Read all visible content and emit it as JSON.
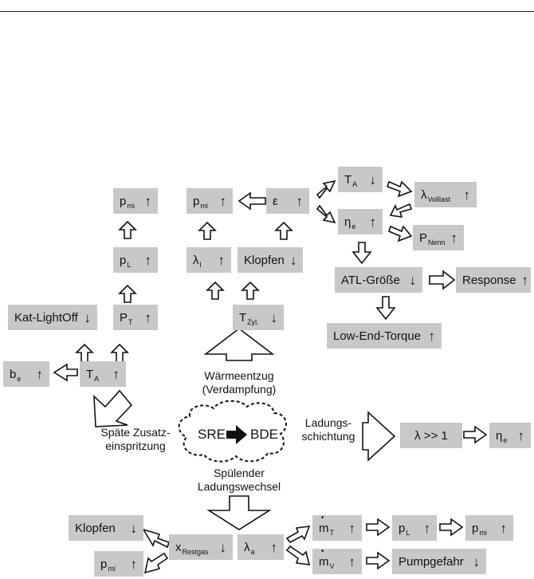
{
  "boxes": {
    "pmi_left": {
      "main": "p",
      "sub": "mi",
      "arrow": "↑"
    },
    "pmi_mid": {
      "main": "p",
      "sub": "mi",
      "arrow": "↑"
    },
    "epsilon": {
      "main": "ε",
      "sub": "",
      "arrow": "↑"
    },
    "ta_top": {
      "main": "T",
      "sub": "A",
      "arrow": "↓"
    },
    "lambda_volllast": {
      "main": "λ",
      "sub": "Volllast",
      "arrow": "↑"
    },
    "eta_e_top": {
      "main": "η",
      "sub": "e",
      "arrow": "↑"
    },
    "p_nenn": {
      "main": "P",
      "sub": "Nenn",
      "arrow": "↑"
    },
    "pl_left": {
      "main": "p",
      "sub": "L",
      "arrow": "↑"
    },
    "lambda_l": {
      "main": "λ",
      "sub": "l",
      "arrow": "↑"
    },
    "klopfen_mid": {
      "main": "Klopfen",
      "sub": "",
      "arrow": "↓"
    },
    "atl": {
      "main": "ATL-Größe",
      "sub": "",
      "arrow": "↓"
    },
    "response": {
      "main": "Response",
      "sub": "",
      "arrow": "↑"
    },
    "kat": {
      "main": "Kat-LightOff",
      "sub": "",
      "arrow": "↓"
    },
    "pt": {
      "main": "P",
      "sub": "T",
      "arrow": "↑"
    },
    "tzyl": {
      "main": "T",
      "sub": "Zyl.",
      "arrow": "↓"
    },
    "lowend": {
      "main": "Low-End-Torque",
      "sub": "",
      "arrow": "↑"
    },
    "be": {
      "main": "b",
      "sub": "e",
      "arrow": "↑"
    },
    "ta_left": {
      "main": "T",
      "sub": "A",
      "arrow": "↑"
    },
    "lambda_gg": {
      "main": "λ >> 1",
      "sub": "",
      "arrow": ""
    },
    "eta_e_right": {
      "main": "η",
      "sub": "e",
      "arrow": "↑"
    },
    "klopfen_bot": {
      "main": "Klopfen",
      "sub": "",
      "arrow": "↓"
    },
    "xrestgas": {
      "main": "x",
      "sub": "Restgas",
      "arrow": "↓"
    },
    "lambda_a": {
      "main": "λ",
      "sub": "a",
      "arrow": "↑"
    },
    "mT": {
      "main": "m",
      "sub": "T",
      "arrow": "↑"
    },
    "pl_bot": {
      "main": "p",
      "sub": "L",
      "arrow": "↑"
    },
    "pmi_botright": {
      "main": "p",
      "sub": "mi",
      "arrow": "↑"
    },
    "pmi_botleft": {
      "main": "p",
      "sub": "mi",
      "arrow": "↑"
    },
    "mV": {
      "main": "m",
      "sub": "V",
      "arrow": "↑"
    },
    "pumpgefahr": {
      "main": "Pumpgefahr",
      "sub": "",
      "arrow": "↓"
    }
  },
  "center": {
    "left": "SRE",
    "right": "BDE"
  },
  "labels": {
    "waerme": [
      "Wärmeentzug",
      "(Verdampfung)"
    ],
    "spaete": [
      "Späte Zusatz-",
      "einspritzung"
    ],
    "ladung": [
      "Ladungs-",
      "schichtung"
    ],
    "spuelend": [
      "Spülender",
      "Ladungswechsel"
    ]
  }
}
